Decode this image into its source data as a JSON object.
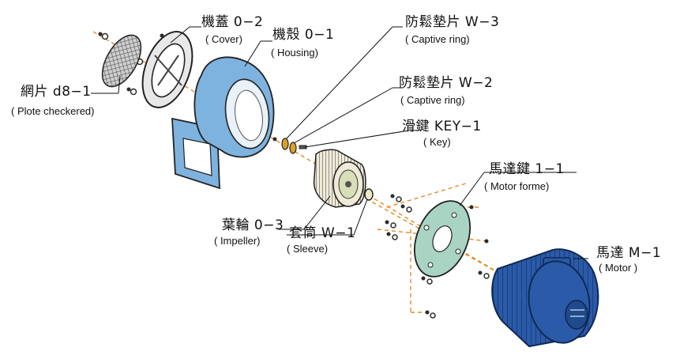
{
  "parts": {
    "plate": {
      "name": "網片 d8−1",
      "desc": "( Plote checkered)"
    },
    "cover": {
      "name": "機蓋 0−2",
      "desc": "( Cover)"
    },
    "housing": {
      "name": "機殼 0−1",
      "desc": "( Housing)"
    },
    "ring3": {
      "name": "防鬆墊片 W−3",
      "desc": "( Captive ring)"
    },
    "ring2": {
      "name": "防鬆墊片 W−2",
      "desc": "( Captive ring)"
    },
    "key": {
      "name": "滑鍵 KEY−1",
      "desc": "( Key)"
    },
    "impeller": {
      "name": "葉輪 0−3",
      "desc": "( Impeller)"
    },
    "sleeve": {
      "name": "套筒 W−1",
      "desc": "( Sleeve)"
    },
    "forme": {
      "name": "馬達鍵 1−1",
      "desc": "( Motor forme)"
    },
    "motor": {
      "name": "馬達 M−1",
      "desc": "( Motor )"
    }
  },
  "colors": {
    "housing": "#7fb3df",
    "motor": "#2a5aa8",
    "outline": "#1a1a1a",
    "dash": "#e08a2a",
    "plate": "#b9b9b9",
    "cover": "#e8e8e8",
    "forme": "#a9d4c4",
    "impeller": "#e9e6d4"
  }
}
